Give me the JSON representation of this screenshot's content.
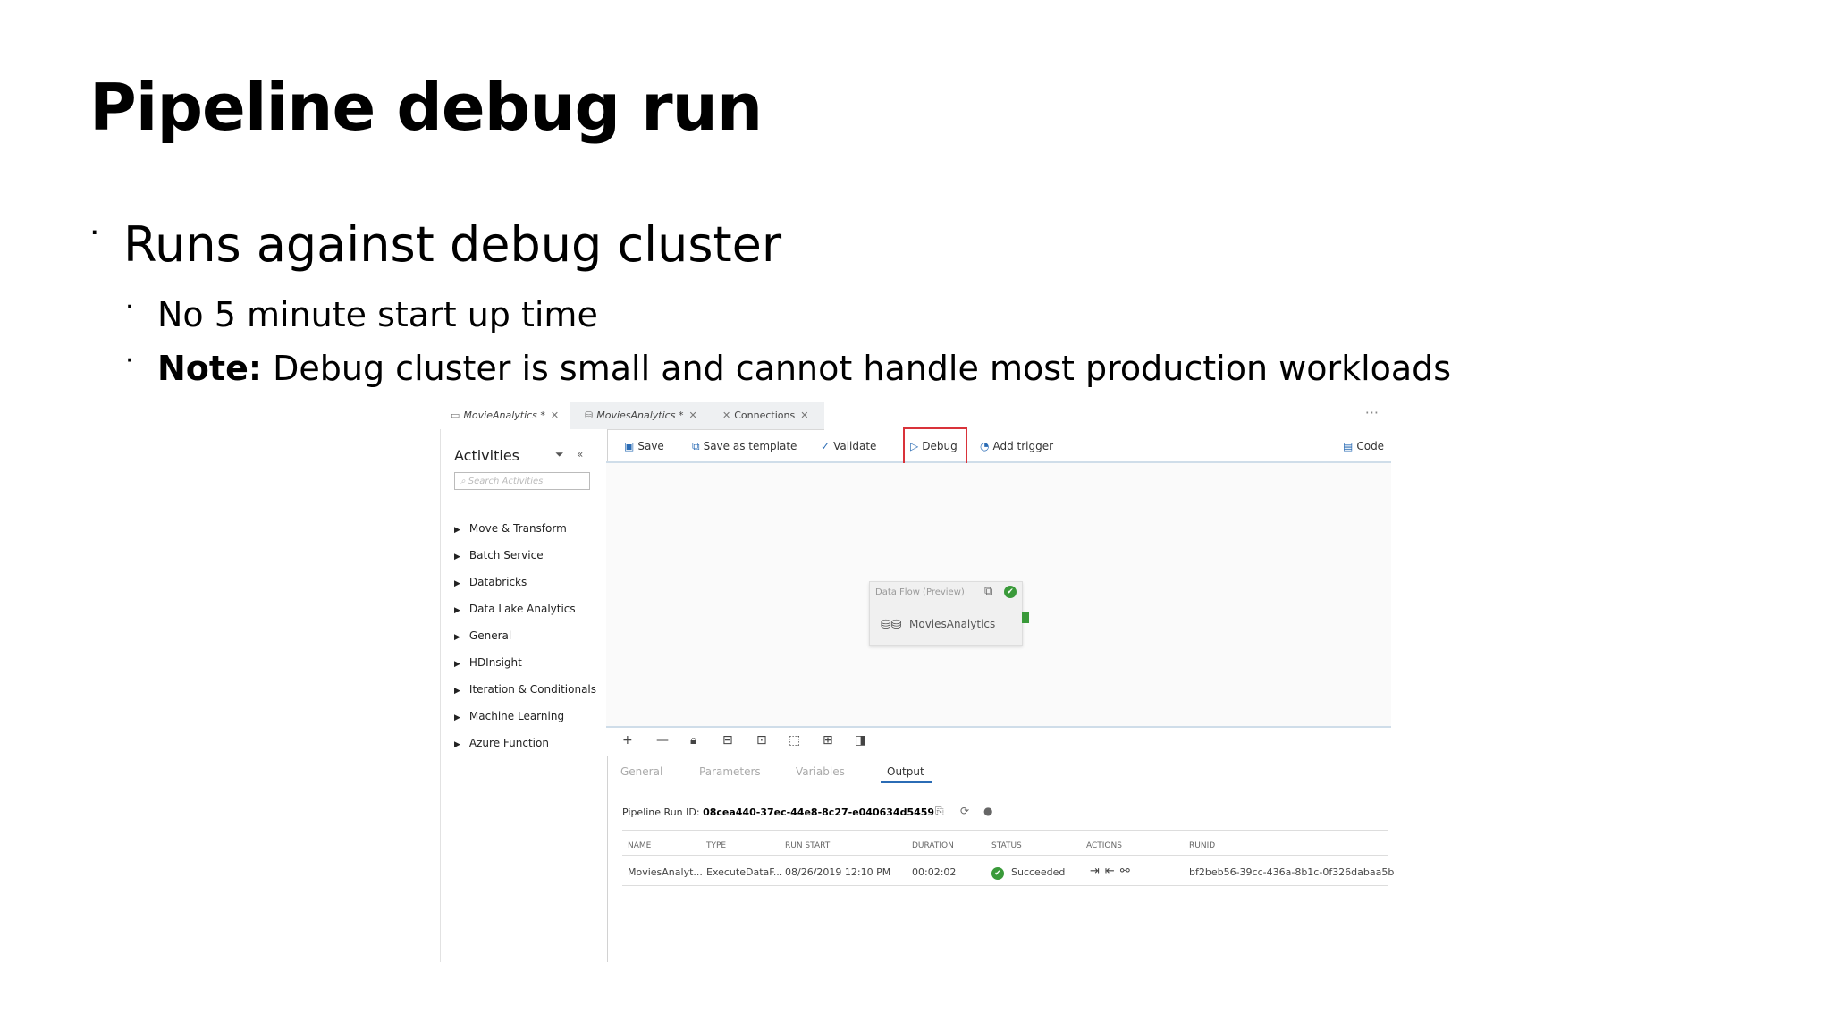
{
  "slide": {
    "title": "Pipeline debug run",
    "bullet1": "Runs against debug cluster",
    "sub1": "No 5 minute start up time",
    "sub2_bold": "Note:",
    "sub2_rest": " Debug cluster is small and cannot handle most production workloads"
  },
  "tabs": [
    {
      "icon": "pipeline-icon",
      "label": "MovieAnalytics *",
      "close": "✕"
    },
    {
      "icon": "dataflow-icon",
      "label": "MoviesAnalytics *",
      "close": "✕"
    },
    {
      "icon": "connections-icon",
      "label": "Connections",
      "close": "✕"
    }
  ],
  "more_label": "···",
  "activities": {
    "title": "Activities",
    "search_placeholder": "Search Activities",
    "categories": [
      "Move & Transform",
      "Batch Service",
      "Databricks",
      "Data Lake Analytics",
      "General",
      "HDInsight",
      "Iteration & Conditionals",
      "Machine Learning",
      "Azure Function"
    ]
  },
  "toolbar": {
    "save": "Save",
    "save_template": "Save as template",
    "validate": "Validate",
    "debug": "Debug",
    "add_trigger": "Add trigger",
    "code": "Code"
  },
  "node": {
    "header": "Data Flow (Preview)",
    "name": "MoviesAnalytics"
  },
  "output_tabs": [
    "General",
    "Parameters",
    "Variables",
    "Output"
  ],
  "run": {
    "label": "Pipeline Run ID: ",
    "id": "08cea440-37ec-44e8-8c27-e040634d5459"
  },
  "table": {
    "headers": [
      "NAME",
      "TYPE",
      "RUN START",
      "DURATION",
      "STATUS",
      "ACTIONS",
      "RUNID"
    ],
    "row": {
      "name": "MoviesAnalyt...",
      "type": "ExecuteDataF...",
      "run_start": "08/26/2019 12:10 PM",
      "duration": "00:02:02",
      "status": "Succeeded",
      "runid": "bf2beb56-39cc-436a-8b1c-0f326dabaa5b"
    }
  },
  "colors": {
    "accent": "#2b6cb5",
    "highlight": "#d9333a",
    "success": "#3a9a3a"
  }
}
